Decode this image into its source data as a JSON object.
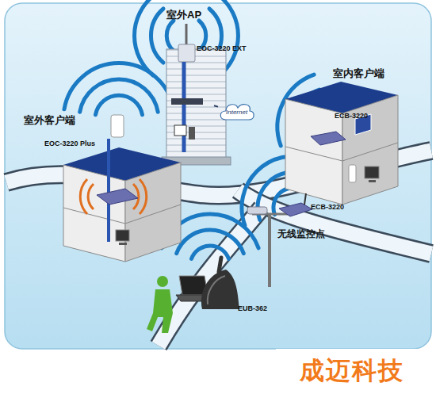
{
  "diagram": {
    "nodes": [
      {
        "text": [
          "室外AP",
          "EOC-3220 EXT"
        ]
      },
      {
        "text": [
          "Internet"
        ]
      },
      {
        "text": [
          "室外客户端",
          "EOC-3220 Plus"
        ]
      },
      {
        "text": [
          "室内客户端",
          "ECB-3220"
        ]
      },
      {
        "text": [
          "ECB-3220",
          "无线监控点"
        ]
      },
      {
        "text": [
          "EUB-362"
        ]
      }
    ],
    "edges": [
      {
        "from": 0,
        "to": 1,
        "arrow": "none"
      }
    ],
    "labels": [
      "成迈科技"
    ]
  }
}
